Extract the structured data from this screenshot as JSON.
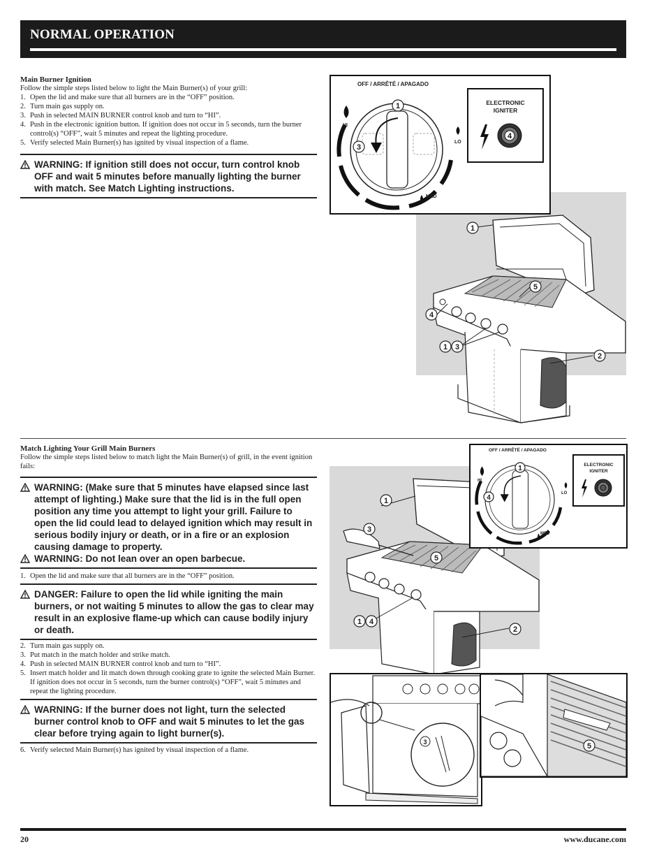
{
  "header": {
    "title": "NORMAL OPERATION"
  },
  "section1": {
    "heading": "Main Burner Ignition",
    "intro": "Follow the simple steps listed below to light the Main Burner(s) of your grill:",
    "steps": [
      {
        "num": "1.",
        "text": "Open the lid and make sure that all burners are in the “OFF” position."
      },
      {
        "num": "2.",
        "text": "Turn main gas supply on."
      },
      {
        "num": "3.",
        "text": "Push in selected MAIN BURNER control knob and turn to “HI”."
      },
      {
        "num": "4.",
        "text": "Push in the electronic ignition button. If ignition does not occur in 5 seconds, turn the burner control(s) “OFF”, wait 5 minutes and repeat the lighting procedure."
      },
      {
        "num": "5.",
        "text": "Verify selected Main Burner(s) has ignited by visual inspection of a flame."
      }
    ],
    "warning": "WARNING: If ignition still does not occur, turn control knob OFF and wait 5 minutes before manually lighting the burner with match. See Match Lighting instructions."
  },
  "figure1": {
    "knob_label": "OFF / ARRÊTÉ / APAGADO",
    "hi": "HI",
    "lo": "LO",
    "med": "MED",
    "igniter_label": "ELECTRONIC IGNITER",
    "callouts": {
      "c1": "1",
      "c2": "2",
      "c3": "3",
      "c4": "4",
      "c5": "5"
    }
  },
  "section2": {
    "heading": "Match Lighting Your Grill Main Burners",
    "intro": "Follow the simple steps listed below to match light the Main Burner(s) of grill, in the event ignition fails:",
    "warning1": "WARNING: (Make sure that 5 minutes have elapsed since last attempt of lighting.) Make sure that the lid is in the full open position any time you attempt to light your grill. Failure to open the lid could lead to delayed ignition which may result in serious bodily injury or death, or in a fire or an explosion causing damage to property.",
    "warning2": "WARNING: Do not lean over an open barbecue.",
    "step1": {
      "num": "1.",
      "text": "Open the lid and make sure that all burners are in the “OFF” position."
    },
    "danger": "DANGER: Failure to open the lid while igniting the main burners, or not waiting 5 minutes to allow the gas to clear may result in an explosive flame-up which can cause bodily injury or death.",
    "steps": [
      {
        "num": "2.",
        "text": "Turn main gas supply on."
      },
      {
        "num": "3.",
        "text": "Put match in the match holder and strike match."
      },
      {
        "num": "4.",
        "text": "Push in selected MAIN BURNER control knob and turn to “HI”."
      },
      {
        "num": "5.",
        "text": "Insert match holder and lit match down through cooking grate to ignite the selected Main Burner. If ignition does not occur in 5 seconds, turn the burner control(s) “OFF”, wait 5 minutes and repeat the lighting procedure."
      }
    ],
    "warning3": "WARNING: If the burner does not light, turn the selected burner control knob to OFF and wait 5 minutes to let the gas clear before trying again to light burner(s).",
    "step6": {
      "num": "6.",
      "text": "Verify selected Main Burner(s) has ignited by visual inspection of a flame."
    }
  },
  "footer": {
    "page": "20",
    "url": "www.ducane.com"
  },
  "colors": {
    "header_bg": "#1b1b1b",
    "grey_panel": "#d9d9d9",
    "knob_arc": "#111111"
  }
}
